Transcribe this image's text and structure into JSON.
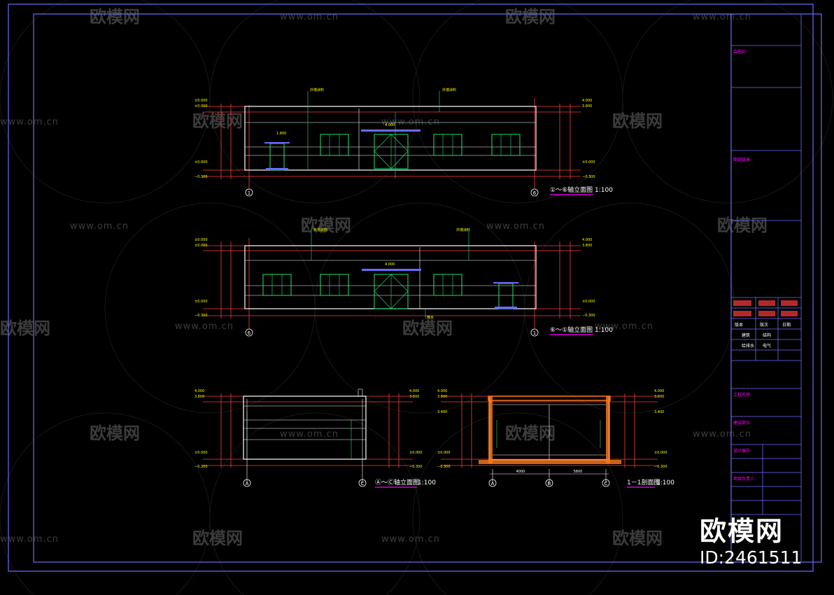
{
  "drawing": {
    "elevations": [
      {
        "title": "①～⑥轴立面图",
        "scale": "1:100",
        "axis_start": "1",
        "axis_end": "6"
      },
      {
        "title": "⑥～①轴立面图",
        "scale": "1:100",
        "axis_start": "6",
        "axis_end": "1"
      },
      {
        "title": "Ⓐ～Ⓒ轴立面图",
        "scale": "1:100",
        "axis_start": "A",
        "axis_end": "C"
      },
      {
        "title": "1－1剖面图",
        "scale": "1:100",
        "axis_start": "A",
        "axis_mid": "B",
        "axis_end": "C"
      }
    ],
    "section_dims": [
      "4000",
      "5800"
    ]
  },
  "title_block": {
    "rows": [
      "会签栏",
      "图纸目录",
      "工程名称",
      "建设单位",
      "设计编号",
      "项目负责人"
    ],
    "version_labels": [
      "版本",
      "版次",
      "日期"
    ],
    "sign_labels": [
      "建筑",
      "结构",
      "给排水",
      "电气"
    ]
  },
  "watermark": {
    "brand": "欧模网",
    "url": "www.om.cn",
    "logo_text": "欧模网",
    "id_text": "ID:2461511"
  },
  "colors": {
    "frame": "#6b6bff",
    "wall": "#ffffff",
    "dim": "#ff3b3b",
    "window": "#20e36a",
    "text": "#ffff00",
    "label": "#ff00ff",
    "section": "#ff7a1a"
  }
}
